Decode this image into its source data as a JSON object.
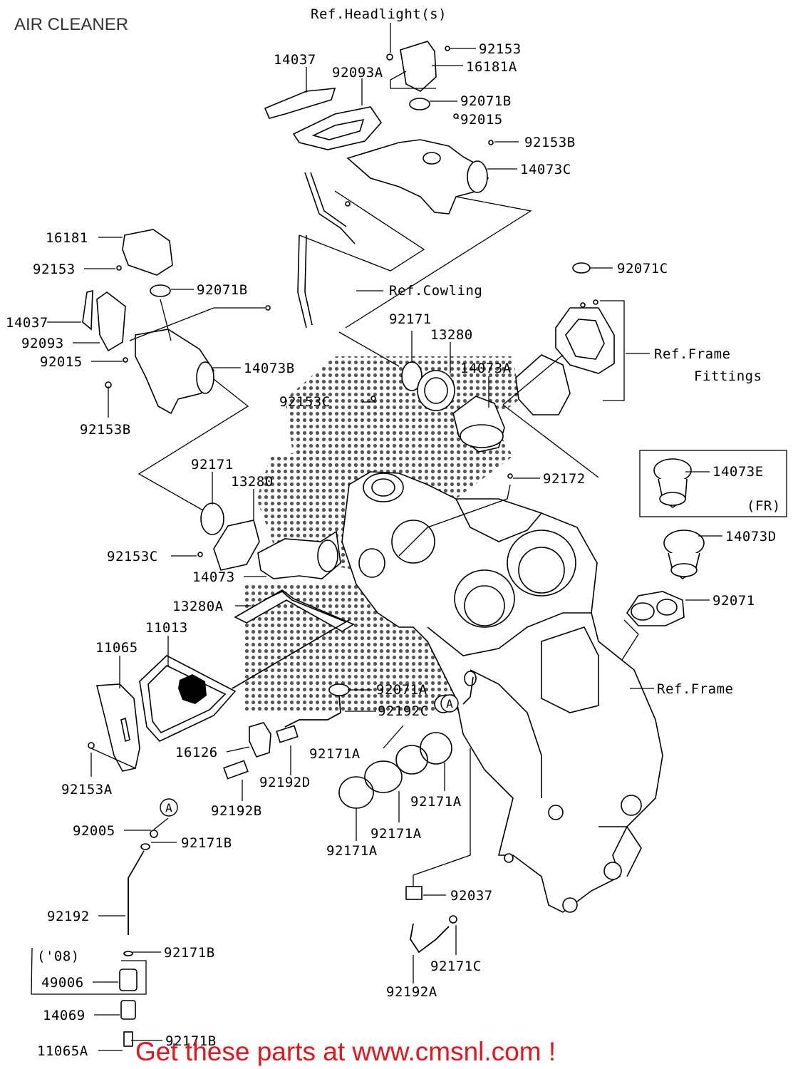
{
  "title": "AIR CLEANER",
  "banner": "Get these parts at www.cmsnl.com !",
  "watermark_color": "#3a3a3a",
  "banner_color": "#e8141b",
  "labels": {
    "ref_headlights": "Ref.Headlight(s)",
    "p92153_top": "92153",
    "p16181A": "16181A",
    "p14037_top": "14037",
    "p92093A": "92093A",
    "p92071B_top": "92071B",
    "p92015_top": "92015",
    "p92153B_top": "92153B",
    "p14073C": "14073C",
    "p16181": "16181",
    "p92153_left": "92153",
    "p92071B_left": "92071B",
    "ref_cowling": "Ref.Cowling",
    "p14037_left": "14037",
    "p92093": "92093",
    "p92015_left": "92015",
    "p14073B": "14073B",
    "p92153B_left": "92153B",
    "p92071C": "92071C",
    "ref_frame_fittings_1": "Ref.Frame",
    "ref_frame_fittings_2": "Fittings",
    "p92171_mid": "92171",
    "p13280_mid": "13280",
    "p14073A": "14073A",
    "p92153C_mid": "92153C",
    "p92171_left": "92171",
    "p13280_left": "13280",
    "p92172": "92172",
    "p14073E": "14073E",
    "fr": "(FR)",
    "p14073D": "14073D",
    "p92153C_left": "92153C",
    "p14073": "14073",
    "p92071": "92071",
    "p13280A": "13280A",
    "p11013": "11013",
    "p11065": "11065",
    "ref_frame": "Ref.Frame",
    "p92071A": "92071A",
    "circle_A": "A",
    "p92192C": "92192C",
    "p16126": "16126",
    "p92171A_1": "92171A",
    "p92153A": "92153A",
    "p92192D": "92192D",
    "p92171A_2": "92171A",
    "p92192B": "92192B",
    "p92171A_3": "92171A",
    "p92171A_4": "92171A",
    "p92005": "92005",
    "p92171B_1": "92171B",
    "p92037": "92037",
    "p92192": "92192",
    "p08": "('08)",
    "p92171B_2": "92171B",
    "p92171C": "92171C",
    "p49006": "49006",
    "p92192A": "92192A",
    "p14069": "14069",
    "p92171B_3": "92171B",
    "p11065A": "11065A"
  }
}
